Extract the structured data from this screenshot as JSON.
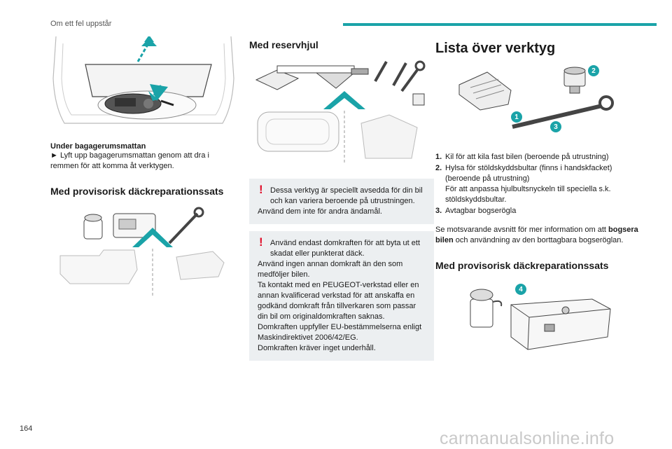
{
  "header": {
    "section_title": "Om ett fel uppstår",
    "accent": "#1aa3a8"
  },
  "page_number": "164",
  "col1": {
    "sub_heading": "Under bagagerumsmattan",
    "arrow_glyph": "►",
    "body": "Lyft upp bagagerumsmattan genom att dra i remmen för att komma åt verktygen.",
    "heading": "Med provisorisk däckreparationssats"
  },
  "col2": {
    "heading": "Med reservhjul",
    "warn1": {
      "first": "Dessa verktyg är speciellt avsedda för din bil och kan variera beroende på utrustningen.",
      "rest": "Använd dem inte för andra ändamål."
    },
    "warn2": {
      "first": "Använd endast domkraften för att byta ut ett skadat eller punkterat däck.",
      "rest1": "Använd ingen annan domkraft än den som medföljer bilen.",
      "rest2": "Ta kontakt med en PEUGEOT-verkstad eller en annan kvalificerad verkstad för att anskaffa en godkänd domkraft från tillverkaren som passar din bil om originaldomkraften saknas.",
      "rest3": "Domkraften uppfyller EU-bestämmelserna enligt Maskindirektivet 2006/42/EG.",
      "rest4": "Domkraften kräver inget underhåll."
    },
    "warn_mark": "!",
    "warn_color": "#e0102b"
  },
  "col3": {
    "title": "Lista över verktyg",
    "badges": [
      "1",
      "2",
      "3",
      "4"
    ],
    "items": [
      {
        "num": "1.",
        "text": "Kil för att kila fast bilen (beroende på utrustning)"
      },
      {
        "num": "2.",
        "text": "Hylsa för stöldskyddsbultar (finns i handskfacket) (beroende på utrustning)",
        "extra": "För att anpassa hjulbultsnyckeln till speciella s.k. stöldskyddsbultar."
      },
      {
        "num": "3.",
        "text": "Avtagbar bogserögla"
      }
    ],
    "para_before": "Se motsvarande avsnitt för mer information om att ",
    "para_bold": "bogsera bilen",
    "para_after": " och användning av den borttagbara bogseröglan.",
    "heading": "Med provisorisk däckreparationssats"
  },
  "watermark": "carmanualsonline.info"
}
